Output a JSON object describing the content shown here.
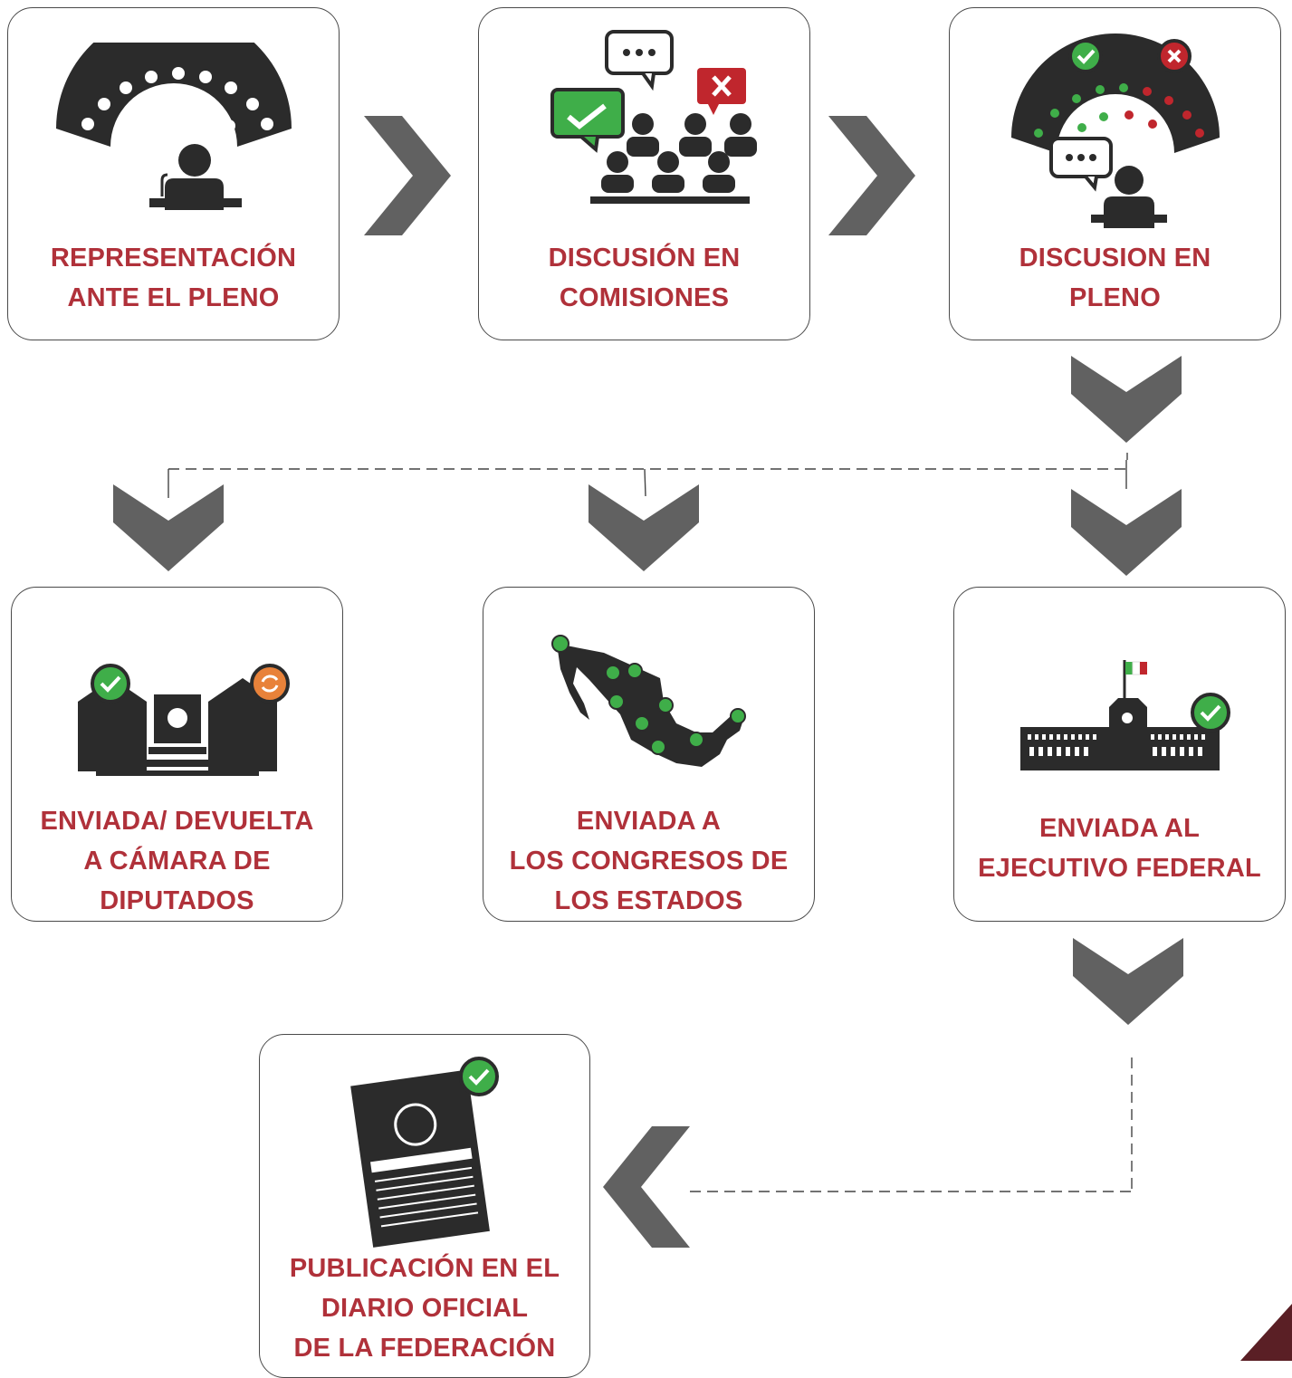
{
  "steps": {
    "representacion": {
      "line1": "REPRESENTACIÓN",
      "line2": "ANTE EL PLENO"
    },
    "comisiones": {
      "line1": "DISCUSIÓN EN",
      "line2": "COMISIONES"
    },
    "pleno": {
      "line1": "DISCUSION EN",
      "line2": "PLENO"
    },
    "camara": {
      "line1": "ENVIADA/ DEVUELTA",
      "line2": "A CÁMARA DE",
      "line3": "DIPUTADOS"
    },
    "congresos": {
      "line1": "ENVIADA A",
      "line2": "LOS CONGRESOS DE",
      "line3": "LOS ESTADOS"
    },
    "ejecutivo": {
      "line1": "ENVIADA AL",
      "line2": "EJECUTIVO FEDERAL"
    },
    "publicacion": {
      "line1": "PUBLICACIÓN EN EL",
      "line2": "DIARIO OFICIAL",
      "line3": "DE LA FEDERACIÓN"
    }
  },
  "colors": {
    "label_red": "#b0313a",
    "icon_dark": "#2b2b2b",
    "arrow_gray": "#616161",
    "check_green": "#3fae49",
    "cross_red": "#c0262d",
    "refresh_orange": "#e8823a",
    "corner_maroon": "#5a1f25"
  },
  "icons": {
    "representacion": "plenary-speaker-icon",
    "comisiones": "committee-discussion-icon",
    "pleno": "plenary-vote-icon",
    "camara": "chamber-building-icon",
    "congresos": "mexico-map-icon",
    "ejecutivo": "national-palace-icon",
    "publicacion": "official-gazette-document-icon"
  }
}
